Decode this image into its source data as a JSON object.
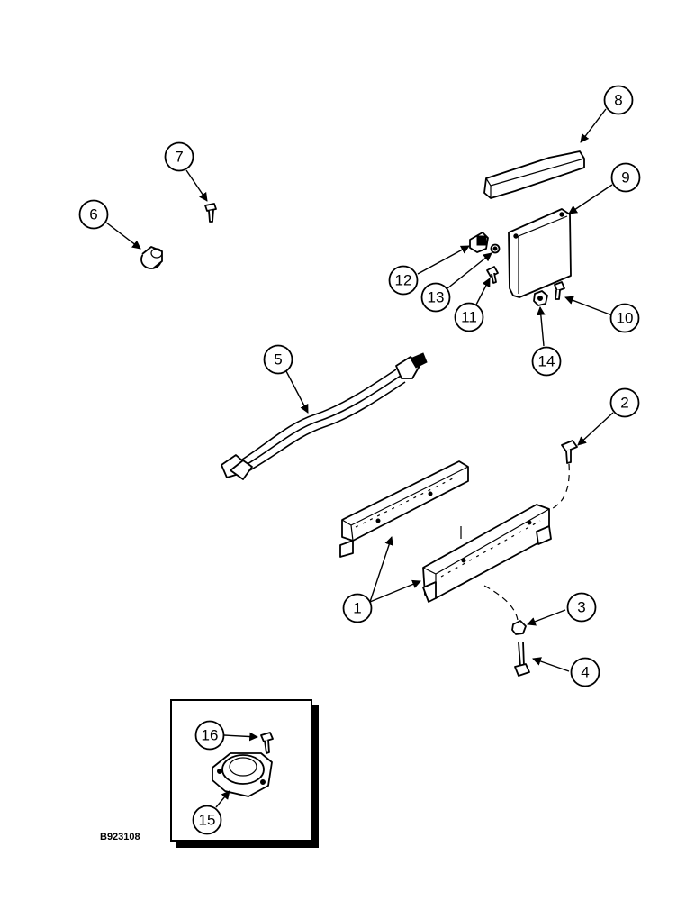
{
  "figure": {
    "reference_code": "B923108",
    "callouts": [
      {
        "id": "callout-1",
        "label": "1"
      },
      {
        "id": "callout-2",
        "label": "2"
      },
      {
        "id": "callout-3",
        "label": "3"
      },
      {
        "id": "callout-4",
        "label": "4"
      },
      {
        "id": "callout-5",
        "label": "5"
      },
      {
        "id": "callout-6",
        "label": "6"
      },
      {
        "id": "callout-7",
        "label": "7"
      },
      {
        "id": "callout-8",
        "label": "8"
      },
      {
        "id": "callout-9",
        "label": "9"
      },
      {
        "id": "callout-10",
        "label": "10"
      },
      {
        "id": "callout-11",
        "label": "11"
      },
      {
        "id": "callout-12",
        "label": "12"
      },
      {
        "id": "callout-13",
        "label": "13"
      },
      {
        "id": "callout-14",
        "label": "14"
      },
      {
        "id": "callout-15",
        "label": "15"
      },
      {
        "id": "callout-16",
        "label": "16"
      }
    ],
    "colors": {
      "ink": "#000000",
      "paper": "#ffffff"
    }
  }
}
